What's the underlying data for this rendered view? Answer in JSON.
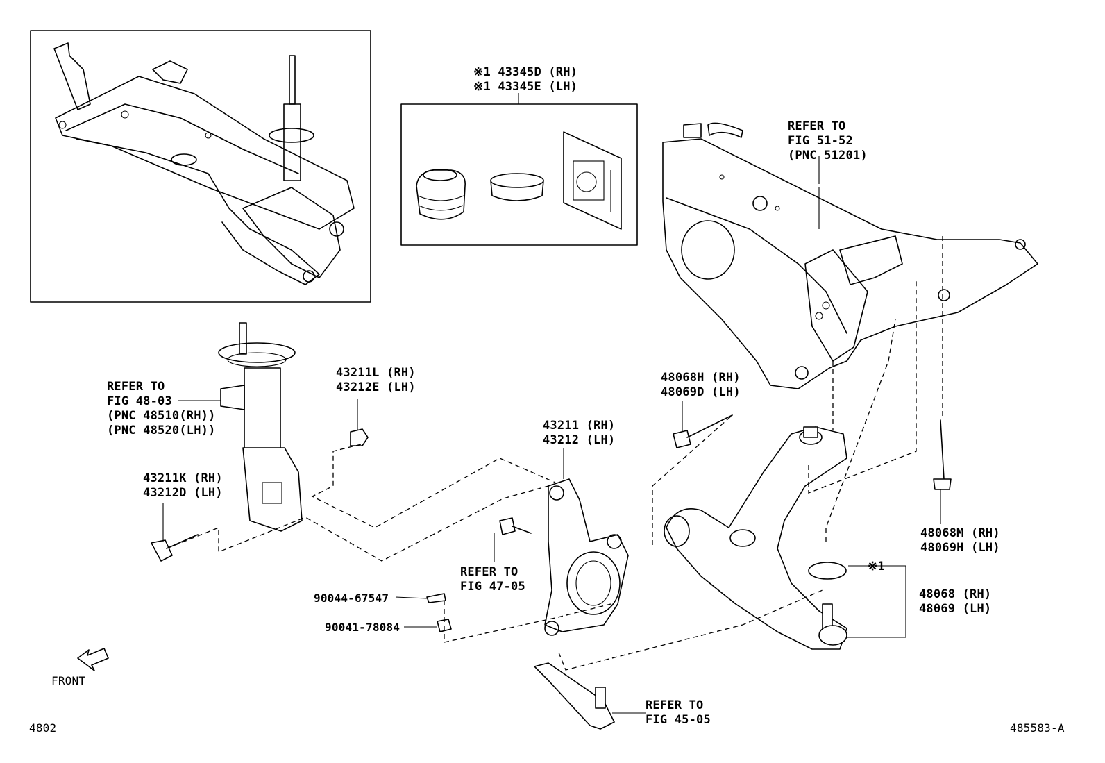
{
  "callouts": {
    "seal_kit": [
      "※1 43345D (RH)",
      "※1 43345E (LH)"
    ],
    "crossmember_ref": [
      "REFER TO",
      "FIG 51-52",
      "(PNC 51201)"
    ],
    "strut_ref": [
      "REFER TO",
      "FIG 48-03",
      "(PNC 48510(RH))",
      "(PNC 48520(LH))"
    ],
    "nut_upper": [
      "43211L (RH)",
      "43212E (LH)"
    ],
    "knuckle": [
      "43211 (RH)",
      "43212 (LH)"
    ],
    "bolt_front": [
      "48068H (RH)",
      "48069D (LH)"
    ],
    "bolt_strut": [
      "43211K (RH)",
      "43212D (LH)"
    ],
    "hub_ref": [
      "REFER TO",
      "FIG 47-05"
    ],
    "bolt_rear": [
      "48068M (RH)",
      "48069H (LH)"
    ],
    "ball_joint_note": "※1",
    "lower_arm": [
      "48068 (RH)",
      "48069 (LH)"
    ],
    "clip_part": "90044-67547",
    "nut_part": "90041-78084",
    "tierod_ref": [
      "REFER TO",
      "FIG 45-05"
    ]
  },
  "front_label": "FRONT",
  "figure_number": "4802",
  "illustration_id": "485583-A"
}
